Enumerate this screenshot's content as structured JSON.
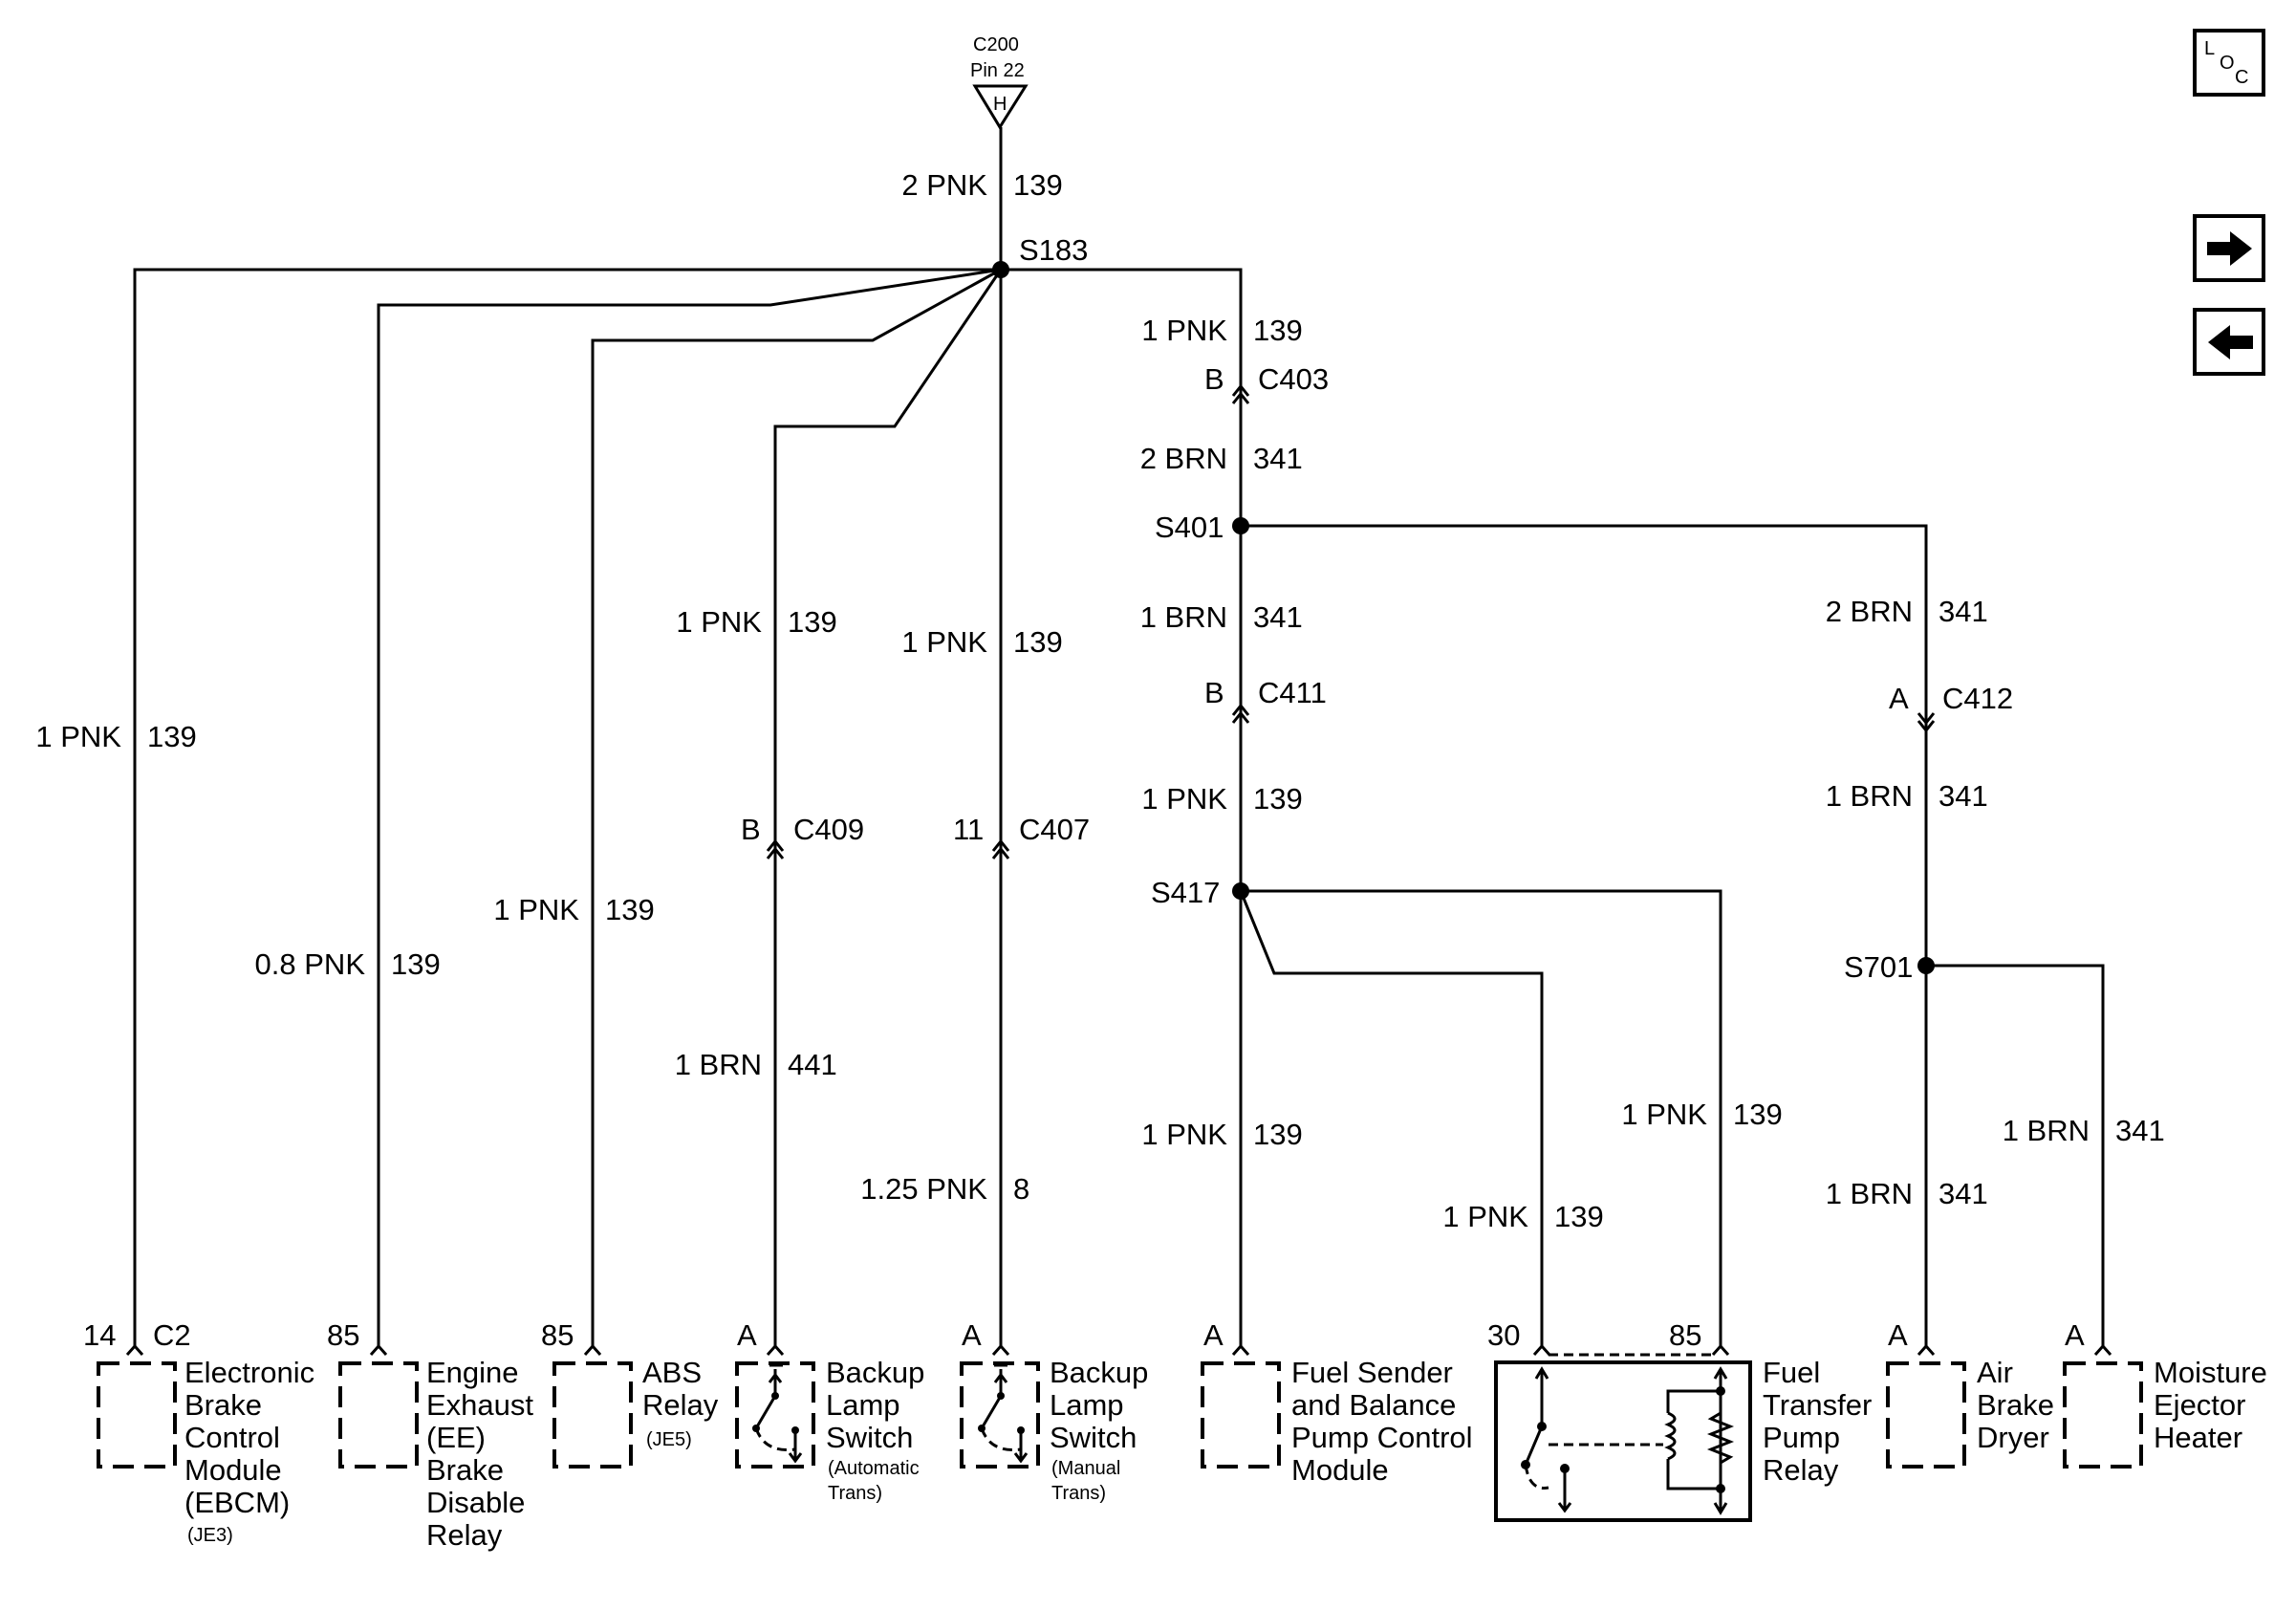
{
  "nav": {
    "loc_letters": [
      "L",
      "O",
      "C"
    ],
    "next_icon": "arrow-right-icon",
    "prev_icon": "arrow-left-icon"
  },
  "source": {
    "connector": "C200",
    "pin": "Pin 22",
    "terminal": "H"
  },
  "main_wire": {
    "gauge_color": "2 PNK",
    "circuit": "139"
  },
  "splices": [
    "S183",
    "S401",
    "S417",
    "S701"
  ],
  "wires": {
    "ebcm": {
      "gauge_color": "1 PNK",
      "circuit": "139"
    },
    "ee": {
      "gauge_color": "0.8 PNK",
      "circuit": "139"
    },
    "abs": {
      "gauge_color": "1 PNK",
      "circuit": "139"
    },
    "blsa_upper": {
      "gauge_color": "1 PNK",
      "circuit": "139"
    },
    "blsa_lower": {
      "gauge_color": "1 BRN",
      "circuit": "441"
    },
    "blsm_upper": {
      "gauge_color": "1 PNK",
      "circuit": "139"
    },
    "blsm_lower": {
      "gauge_color": "1.25 PNK",
      "circuit": "8"
    },
    "right_top": {
      "gauge_color": "1 PNK",
      "circuit": "139"
    },
    "right_c403": {
      "gauge_color": "2 BRN",
      "circuit": "341"
    },
    "right_s401": {
      "gauge_color": "1 BRN",
      "circuit": "341"
    },
    "right_c411": {
      "gauge_color": "1 PNK",
      "circuit": "139"
    },
    "fuel_sender": {
      "gauge_color": "1 PNK",
      "circuit": "139"
    },
    "relay_30": {
      "gauge_color": "1 PNK",
      "circuit": "139"
    },
    "relay_85": {
      "gauge_color": "1 PNK",
      "circuit": "139"
    },
    "far_top": {
      "gauge_color": "2 BRN",
      "circuit": "341"
    },
    "far_mid": {
      "gauge_color": "1 BRN",
      "circuit": "341"
    },
    "air_brake": {
      "gauge_color": "1 BRN",
      "circuit": "341"
    },
    "moisture": {
      "gauge_color": "1 BRN",
      "circuit": "341"
    }
  },
  "connectors": {
    "c403": {
      "pin": "B",
      "name": "C403"
    },
    "c411": {
      "pin": "B",
      "name": "C411"
    },
    "c412": {
      "pin": "A",
      "name": "C412"
    },
    "c409": {
      "pin": "B",
      "name": "C409"
    },
    "c407": {
      "pin": "11",
      "name": "C407"
    }
  },
  "components": [
    {
      "id": "ebcm",
      "pin": "14",
      "conn": "C2",
      "lines": [
        "Electronic",
        "Brake",
        "Control",
        "Module",
        "(EBCM)"
      ],
      "note": "(JE3)"
    },
    {
      "id": "ee",
      "pin": "85",
      "conn": "",
      "lines": [
        "Engine",
        "Exhaust",
        "(EE)",
        "Brake",
        "Disable",
        "Relay"
      ],
      "note": ""
    },
    {
      "id": "abs",
      "pin": "85",
      "conn": "",
      "lines": [
        "ABS",
        "Relay"
      ],
      "note": "(JE5)"
    },
    {
      "id": "blsa",
      "pin": "A",
      "conn": "",
      "lines": [
        "Backup",
        "Lamp",
        "Switch"
      ],
      "note": "(Automatic|Trans)"
    },
    {
      "id": "blsm",
      "pin": "A",
      "conn": "",
      "lines": [
        "Backup",
        "Lamp",
        "Switch"
      ],
      "note": "(Manual|Trans)"
    },
    {
      "id": "fuel",
      "pin": "A",
      "conn": "",
      "lines": [
        "Fuel Sender",
        "and Balance",
        "Pump Control",
        "Module"
      ],
      "note": ""
    },
    {
      "id": "relay",
      "pin": "30",
      "conn": "85",
      "lines": [
        "Fuel",
        "Transfer",
        "Pump",
        "Relay"
      ],
      "note": ""
    },
    {
      "id": "air",
      "pin": "A",
      "conn": "",
      "lines": [
        "Air",
        "Brake",
        "Dryer"
      ],
      "note": ""
    },
    {
      "id": "moist",
      "pin": "A",
      "conn": "",
      "lines": [
        "Moisture",
        "Ejector",
        "Heater"
      ],
      "note": ""
    }
  ]
}
